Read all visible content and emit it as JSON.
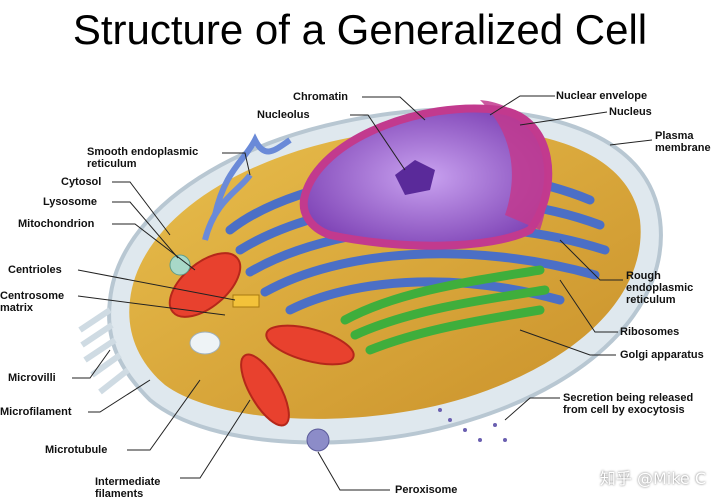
{
  "title": "Structure of a Generalized Cell",
  "watermark": "知乎 @Mike C",
  "labels": {
    "chromatin": "Chromatin",
    "nucleolus": "Nucleolus",
    "nuclear_envelope": "Nuclear envelope",
    "nucleus": "Nucleus",
    "plasma_membrane_1": "Plasma",
    "plasma_membrane_2": "membrane",
    "smooth_er_1": "Smooth endoplasmic",
    "smooth_er_2": "reticulum",
    "cytosol": "Cytosol",
    "lysosome": "Lysosome",
    "mitochondrion": "Mitochondrion",
    "centrioles": "Centrioles",
    "centrosome_1": "Centrosome",
    "centrosome_2": "matrix",
    "microvilli": "Microvilli",
    "microfilament": "Microfilament",
    "microtubule": "Microtubule",
    "intermediate_1": "Intermediate",
    "intermediate_2": "filaments",
    "peroxisome": "Peroxisome",
    "rough_er_1": "Rough",
    "rough_er_2": "endoplasmic",
    "rough_er_3": "reticulum",
    "ribosomes": "Ribosomes",
    "golgi": "Golgi apparatus",
    "secretion_1": "Secretion being released",
    "secretion_2": "from cell by exocytosis"
  },
  "colors": {
    "cytoplasm": "#e7b640",
    "membrane": "#d9e4ea",
    "nucleus": "#9a5bc8",
    "envelope": "#c23a8e",
    "rough_er": "#4f73c8",
    "golgi": "#3fae3c",
    "mitochondria": "#e8412e"
  }
}
